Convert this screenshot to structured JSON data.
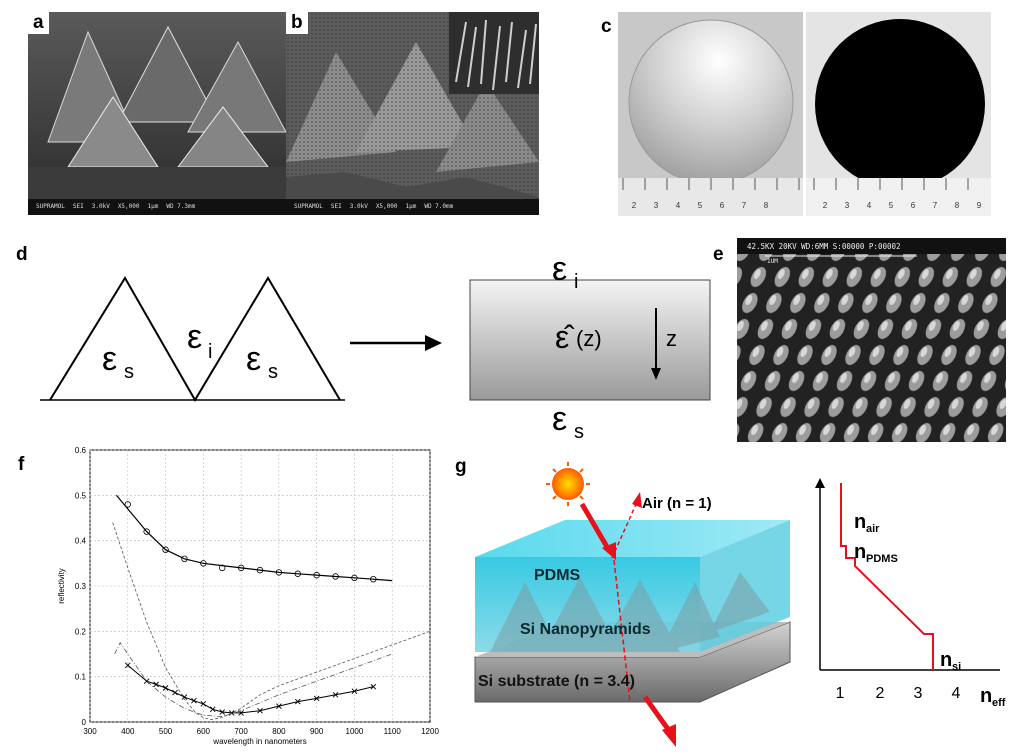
{
  "panels": {
    "a": {
      "label": "a",
      "sem_bar": [
        "SUPRAMOL",
        "SEI",
        "3.0kV",
        "X5,000",
        "1μm",
        "WD 7.3mm"
      ]
    },
    "b": {
      "label": "b",
      "sem_bar": [
        "SUPRAMOL",
        "SEI",
        "3.0kV",
        "X5,000",
        "1μm",
        "WD 7.0mm"
      ]
    },
    "c": {
      "label": "c",
      "ruler_numbers_left": [
        "2",
        "3",
        "4",
        "5",
        "6",
        "7",
        "8"
      ],
      "ruler_numbers_right": [
        "2",
        "3",
        "4",
        "5",
        "6",
        "7",
        "8",
        "9"
      ]
    },
    "d": {
      "label": "d",
      "eps_i": "ε",
      "eps_i_sub": "i",
      "eps_s": "ε",
      "eps_s_sub": "s",
      "eps_hat": "ε̂",
      "eps_hat_arg": "(z)",
      "z_label": "z"
    },
    "e": {
      "label": "e",
      "sem_header": "42.5KX   20KV WD:6MM   S:00000 P:00002",
      "scale_label": "1UM"
    },
    "f": {
      "label": "f"
    },
    "g": {
      "label": "g",
      "air": "Air (n = 1)",
      "pdms": "PDMS",
      "nanopyramids": "Si Nanopyramids",
      "substrate": "Si substrate (n = 3.4)",
      "n_air_main": "n",
      "n_air_sub": "air",
      "n_pdms_main": "n",
      "n_pdms_sub": "PDMS",
      "n_si_main": "n",
      "n_si_sub": "si",
      "n_eff_main": "n",
      "n_eff_sub": "eff",
      "x_ticks": [
        "1",
        "2",
        "3",
        "4"
      ]
    }
  },
  "chart_data": {
    "type": "line",
    "xlabel": "wavelength in nanometers",
    "ylabel": "reflectivity",
    "xlim": [
      300,
      1200
    ],
    "ylim": [
      0,
      0.6
    ],
    "x_ticks": [
      300,
      400,
      500,
      600,
      700,
      800,
      900,
      1000,
      1100,
      1200
    ],
    "y_ticks": [
      0,
      0.1,
      0.2,
      0.3,
      0.4,
      0.5,
      0.6
    ],
    "grid": true,
    "series": [
      {
        "style": "solid-line",
        "x": [
          370,
          400,
          450,
          500,
          550,
          600,
          650,
          700,
          750,
          800,
          850,
          900,
          950,
          1000,
          1050,
          1100
        ],
        "y": [
          0.5,
          0.47,
          0.42,
          0.38,
          0.36,
          0.35,
          0.345,
          0.34,
          0.335,
          0.33,
          0.327,
          0.324,
          0.321,
          0.318,
          0.315,
          0.312
        ]
      },
      {
        "style": "circle-markers",
        "x": [
          400,
          450,
          500,
          550,
          600,
          650,
          700,
          750,
          800,
          850,
          900,
          950,
          1000,
          1050
        ],
        "y": [
          0.48,
          0.42,
          0.38,
          0.36,
          0.35,
          0.34,
          0.34,
          0.335,
          0.33,
          0.327,
          0.324,
          0.321,
          0.318,
          0.315
        ]
      },
      {
        "style": "x-markers-line",
        "x": [
          400,
          450,
          475,
          500,
          525,
          550,
          575,
          600,
          625,
          650,
          675,
          700,
          750,
          800,
          850,
          900,
          950,
          1000,
          1050
        ],
        "y": [
          0.125,
          0.09,
          0.083,
          0.075,
          0.065,
          0.055,
          0.047,
          0.04,
          0.028,
          0.022,
          0.02,
          0.02,
          0.025,
          0.035,
          0.045,
          0.052,
          0.06,
          0.068,
          0.078
        ]
      },
      {
        "style": "dashed-line",
        "x": [
          360,
          400,
          450,
          500,
          550,
          580,
          600,
          620,
          650,
          700,
          750,
          800,
          900,
          1000,
          1100,
          1200
        ],
        "y": [
          0.44,
          0.34,
          0.22,
          0.12,
          0.05,
          0.02,
          0.01,
          0.005,
          0.01,
          0.03,
          0.06,
          0.08,
          0.11,
          0.14,
          0.17,
          0.2
        ]
      },
      {
        "style": "dashdot-line",
        "x": [
          365,
          380,
          400,
          450,
          500,
          550,
          600,
          650,
          700,
          800,
          900,
          1000,
          1100
        ],
        "y": [
          0.15,
          0.175,
          0.15,
          0.09,
          0.055,
          0.03,
          0.015,
          0.012,
          0.025,
          0.06,
          0.09,
          0.12,
          0.15
        ]
      }
    ]
  }
}
